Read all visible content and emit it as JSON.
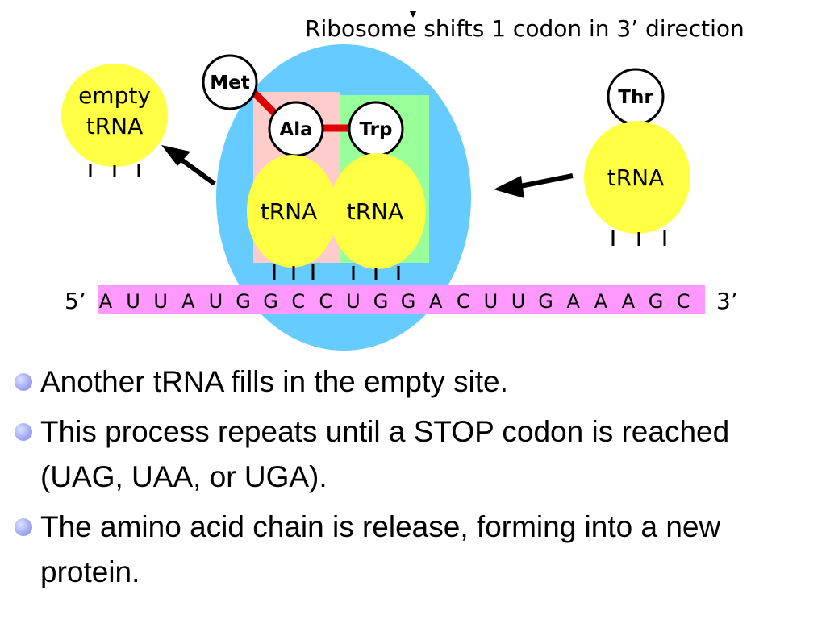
{
  "diagram": {
    "caption": "Ribosome shifts 1 codon in 3’ direction",
    "empty_trna_line1": "empty",
    "empty_trna_line2": "tRNA",
    "incoming_trna_label": "tRNA",
    "p_site_trna_label": "tRNA",
    "a_site_trna_label": "tRNA",
    "amino_acids": {
      "met": "Met",
      "ala": "Ala",
      "trp": "Trp",
      "thr": "Thr"
    },
    "mrna": {
      "five_prime": "5’",
      "three_prime": "3’",
      "bases": [
        "A",
        "U",
        "U",
        "A",
        "U",
        "G",
        "G",
        "C",
        "C",
        "U",
        "G",
        "G",
        "A",
        "C",
        "U",
        "U",
        "G",
        "A",
        "A",
        "A",
        "G",
        "C"
      ]
    },
    "colors": {
      "ribosome": "#66ccff",
      "p_site": "#ffcccc",
      "a_site": "#99ff99",
      "trna": "#ffff44",
      "mrna_strip": "#ff99ff",
      "peptide_bond": "#dd0000"
    }
  },
  "bullets": [
    "Another tRNA fills in the empty site.",
    "This process repeats until a STOP codon is reached (UAG, UAA, or UGA).",
    "The amino acid chain is release, forming into a new protein."
  ]
}
